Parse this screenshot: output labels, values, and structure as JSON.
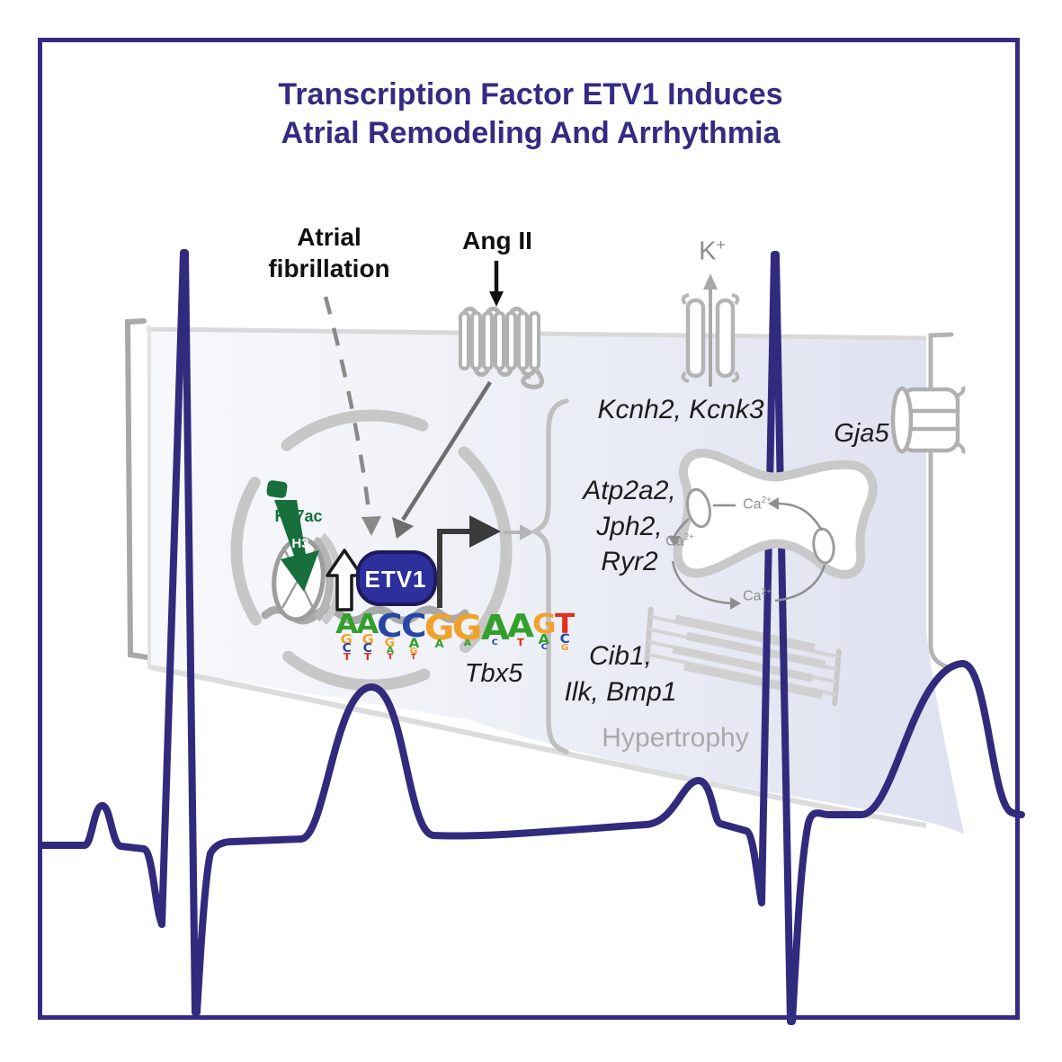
{
  "title": {
    "line1": "Transcription Factor ETV1 Induces",
    "line2": "Atrial Remodeling And Arrhythmia"
  },
  "labels": {
    "atrial_fibrillation_line1": "Atrial",
    "atrial_fibrillation_line2": "fibrillation",
    "ang_ii": "Ang II",
    "k_base": "K",
    "k_sup": "+",
    "kcnh2_kcnk3": "Kcnh2, Kcnk3",
    "gja5": "Gja5",
    "atp2a2": "Atp2a2,",
    "jph2": "Jph2,",
    "ryr2": "Ryr2",
    "cib1": "Cib1,",
    "ilk_bmp1": "Ilk, Bmp1",
    "hypertrophy": "Hypertrophy",
    "tbx5": "Tbx5",
    "etv1": "ETV1",
    "k27ac": "K27ac",
    "h3": "H3",
    "ca_base": "Ca",
    "ca_sup": "2+"
  },
  "logo": {
    "consensus": "AACCGGAAGT",
    "letter_colors": {
      "A": "#33a02c",
      "C": "#2746a6",
      "G": "#f2a22b",
      "T": "#e0301e"
    },
    "positions": [
      {
        "stack": [
          [
            "A",
            30
          ],
          [
            "G",
            15
          ],
          [
            "C",
            13
          ],
          [
            "T",
            11
          ]
        ]
      },
      {
        "stack": [
          [
            "A",
            30
          ],
          [
            "G",
            15
          ],
          [
            "C",
            13
          ],
          [
            "T",
            11
          ]
        ]
      },
      {
        "stack": [
          [
            "C",
            36
          ],
          [
            "G",
            13
          ],
          [
            "A",
            10
          ],
          [
            "T",
            9
          ]
        ]
      },
      {
        "stack": [
          [
            "C",
            36
          ],
          [
            "A",
            14
          ],
          [
            "G",
            10
          ],
          [
            "T",
            8
          ]
        ]
      },
      {
        "stack": [
          [
            "G",
            38
          ],
          [
            "A",
            12
          ]
        ]
      },
      {
        "stack": [
          [
            "G",
            38
          ],
          [
            "A",
            10
          ]
        ]
      },
      {
        "stack": [
          [
            "A",
            38
          ],
          [
            "C",
            9
          ]
        ]
      },
      {
        "stack": [
          [
            "A",
            36
          ],
          [
            "T",
            11
          ]
        ]
      },
      {
        "stack": [
          [
            "G",
            30
          ],
          [
            "A",
            15
          ],
          [
            "C",
            9
          ]
        ]
      },
      {
        "stack": [
          [
            "T",
            30
          ],
          [
            "C",
            14
          ],
          [
            "G",
            10
          ]
        ]
      }
    ]
  },
  "colors": {
    "frame_navy": "#342b83",
    "ecg_navy": "#322a7d",
    "etv1_fill": "#2c2f9c",
    "k27ac_green": "#17703c",
    "membrane_gray": "#d9d9d9",
    "structure_gray": "#c7c7c7",
    "text_gray": "#8b8b8b"
  }
}
